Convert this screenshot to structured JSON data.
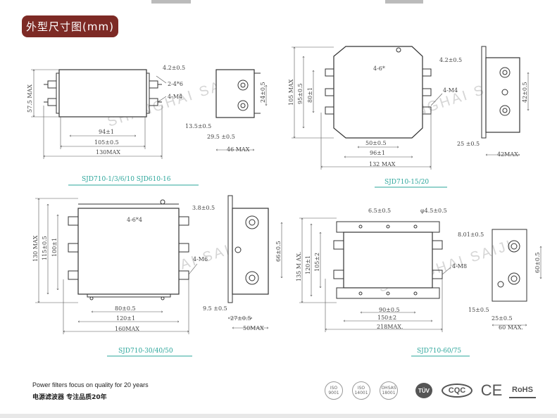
{
  "header": {
    "section_title": "外型尺寸图(mm)",
    "top_fragment_left": "",
    "top_fragment_right": ""
  },
  "watermark": "SHANGHAI SAIJI",
  "diagrams": {
    "d1": {
      "caption": "SJD710-1/3/6/10   SJD610-16",
      "dims": {
        "height_max": "57.5 MAX",
        "d_4_2": "4.2±0.5",
        "d_2_4x6": "2-4*6",
        "d_m4": "4-M4",
        "d_94": "94±1",
        "d_105": "105±0.5",
        "d_130": "130MAX",
        "s_24": "24±0.5",
        "s_13_5": "13.5±0.5",
        "s_29_5": "29.5 ±0.5",
        "s_46": "46 MAX"
      }
    },
    "d2": {
      "caption": "SJD710-15/20",
      "dims": {
        "h_105": "105 MAX",
        "h_95": "95±0.5",
        "h_80": "80±1",
        "d_4_6": "4-6*",
        "d_4_2": "4.2±0.5",
        "d_m4": "4-M4",
        "d_50": "50±0.5",
        "d_96": "96±1",
        "d_132": "132 MAX",
        "s_42": "42±0.5",
        "s_25": "25 ±0.5",
        "s_42max": "42MAX"
      }
    },
    "d3": {
      "caption": "SJD710-30/40/50",
      "dims": {
        "h_130": "130 MAX",
        "h_115": "115±0.5",
        "h_100": "100±1",
        "d_4_6": "4-6*4",
        "d_3_8": "3.8±0.5",
        "d_m6": "4-M6",
        "d_80": "80±0.5",
        "d_120": "120±1",
        "d_160": "160MAX",
        "s_66": "66±0.5",
        "s_9_5": "9.5 ±0.5",
        "s_27": "27±0.5",
        "s_50": "50MAX"
      }
    },
    "d4": {
      "caption": "SJD710-60/75",
      "dims": {
        "d_6_5": "6.5±0.5",
        "d_phi": "φ4.5±0.5",
        "d_8_01": "8.01±0.5",
        "h_135": "135 M AX.",
        "h_120": "120±1",
        "h_105": "105±2",
        "d_m8": "4-M8",
        "d_90": "90±0.5",
        "d_150": "150±2",
        "d_218": "218MAX.",
        "s_60": "60±0.5",
        "s_15": "15±0.5",
        "s_25": "25±0.5",
        "s_60max": "60 MAX."
      }
    }
  },
  "footer": {
    "tagline_en": "Power filters focus on quality for 20 years",
    "tagline_cn": "电源滤波器  专注品质20年",
    "certs": [
      "TÜV",
      "CQC",
      "CE",
      "RoHS"
    ],
    "badges": [
      "ISO 9001",
      "ISO 14001",
      "OHSAS 18001"
    ]
  }
}
